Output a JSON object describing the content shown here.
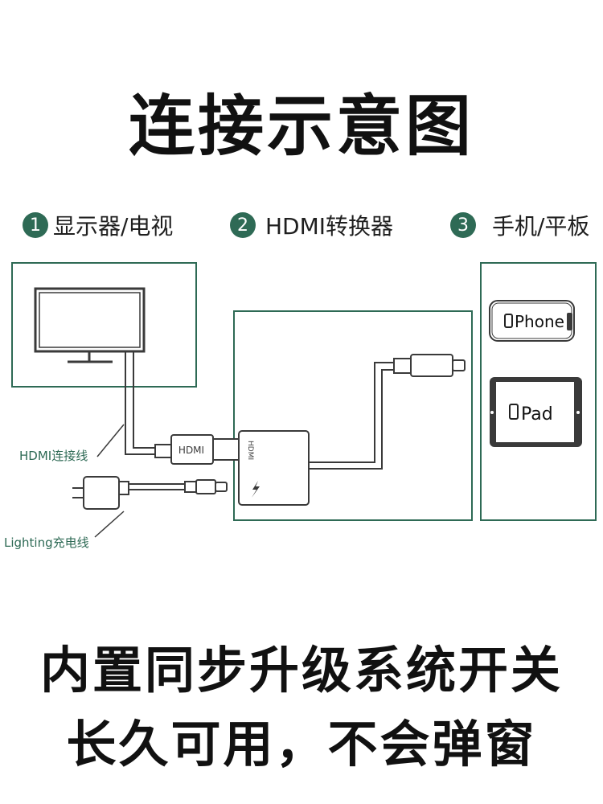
{
  "title": "连接示意图",
  "steps": [
    {
      "num": "1",
      "label": "显示器/电视"
    },
    {
      "num": "2",
      "label": "HDMI转换器"
    },
    {
      "num": "3",
      "label": "手机/平板"
    }
  ],
  "labels": {
    "hdmi_cable": "HDMI连接线",
    "lighting_cable": "Lighting充电线",
    "hdmi_plug": "HDMI",
    "adapter_port": "HDMI",
    "iphone": "Phone",
    "ipad": "Pad"
  },
  "bottom": {
    "line1": "内置同步升级系统开关",
    "line2": "长久可用，不会弹窗"
  },
  "colors": {
    "accent": "#2e6a55",
    "line": "#3a3a3a"
  }
}
